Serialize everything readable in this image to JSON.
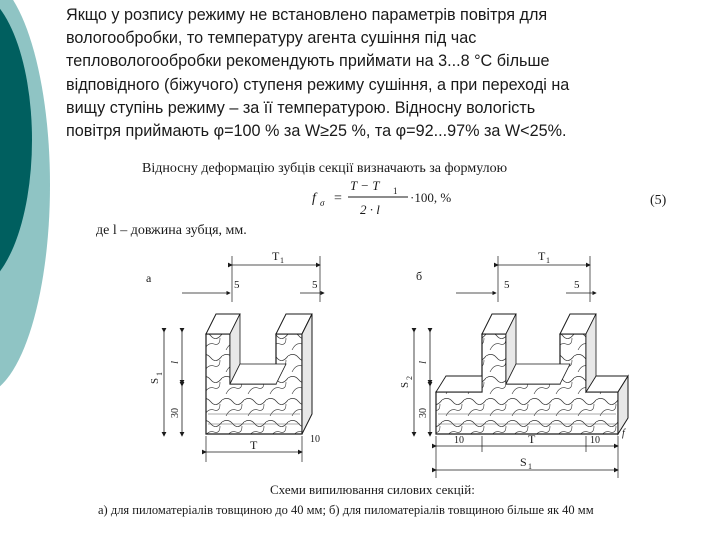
{
  "paragraph_lines": [
    "Якщо у розпису режиму не встановлено параметрів повітря для",
    "вологообробки, то температуру агента сушіння під час",
    "тепловологообробки рекомендують приймати на 3...8 °С більше",
    "відповідного (біжучого) ступеня режиму сушіння, а при переході на",
    "вищу ступінь режиму – за її температурою. Відносну вологість",
    "повітря приймають φ=100 % за W≥25 %, та φ=92...97% за W<25%."
  ],
  "scan": {
    "formula_intro": "Відносну деформацію зубців секції визначають за формулою",
    "formula_lhs": "f",
    "formula_lhs_sub": "σ",
    "formula_eq": "=",
    "formula_numerator": "T − T",
    "formula_numerator_sub": "1",
    "formula_denominator": "2 · l",
    "formula_tail": "·100,   %",
    "formula_number": "(5)",
    "where_text": "де l – довжина зубця, мм.",
    "fig_a": {
      "marker": "а",
      "top_dim": "T",
      "top_dim_sub": "1",
      "gap_left": "5",
      "gap_right": "5",
      "height_s": "S",
      "height_s_sub": "1",
      "height_l": "l",
      "base_height": "30",
      "bottom_dim": "T",
      "corner": "10"
    },
    "fig_b": {
      "marker": "б",
      "top_dim": "T",
      "top_dim_sub": "1",
      "gap_left": "5",
      "gap_right": "5",
      "height_s": "S",
      "height_s_sub": "2",
      "height_l": "l",
      "base_height": "30",
      "bottom_left": "10",
      "bottom_dim": "T",
      "bottom_right": "10",
      "width_s": "S",
      "width_s_sub": "1",
      "corner": "f"
    },
    "caption_title": "Схеми випилювання силових секцій:",
    "caption_body": "а) для пиломатеріалів товщиною до 40 мм; б) для пиломатеріалів товщиною більше як 40 мм"
  },
  "colors": {
    "teal_dark": "#005f5f",
    "teal_light": "#8fc4c4",
    "hatch": "#cfcfcf"
  }
}
